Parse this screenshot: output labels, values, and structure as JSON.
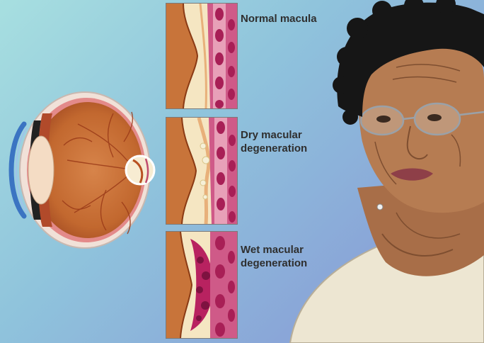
{
  "labels": {
    "normal": "Normal macula",
    "dry": "Dry macular\ndegeneration",
    "wet": "Wet macular\ndegeneration"
  },
  "colors": {
    "background_start": "#a7dfe0",
    "background_end": "#8d9fd2",
    "retina_tissue": "#c8743a",
    "choroid": "#cf5a88",
    "blood": "#a81f56",
    "skin": "#b67c52",
    "hair": "#161616",
    "shirt": "#ede6d2"
  },
  "icons": [
    "eye-cross-section",
    "retina-section-normal",
    "retina-section-dry",
    "retina-section-wet",
    "elderly-woman-portrait"
  ]
}
